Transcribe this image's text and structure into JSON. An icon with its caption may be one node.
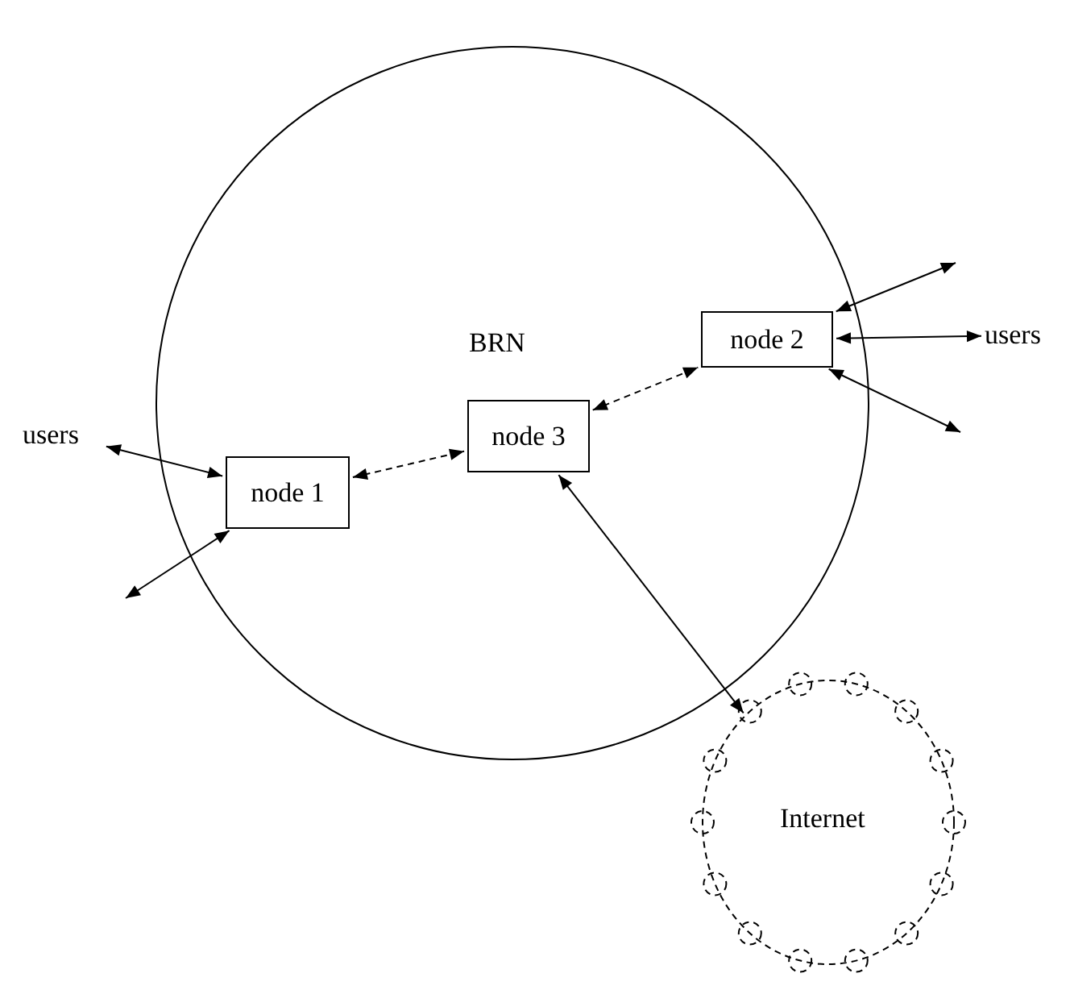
{
  "diagram": {
    "nodes": [
      {
        "text": [
          "BRN"
        ]
      },
      {
        "text": [
          "users"
        ]
      },
      {
        "text": [
          "node 1"
        ],
        "in": 0
      },
      {
        "text": [
          "node 3"
        ],
        "in": 0
      },
      {
        "text": [
          "node 2"
        ],
        "in": 0
      },
      {
        "text": [
          "users"
        ]
      },
      {
        "text": [
          "Internet"
        ]
      }
    ],
    "edges": [
      {
        "from": 1,
        "to": 2,
        "arrow": "both"
      },
      {
        "from": null,
        "to": 2,
        "arrow": "both"
      },
      {
        "from": 2,
        "to": 3,
        "arrow": "both",
        "style": "dashed"
      },
      {
        "from": 3,
        "to": 4,
        "arrow": "both",
        "style": "dashed"
      },
      {
        "from": null,
        "to": 4,
        "arrow": "both"
      },
      {
        "from": 4,
        "to": 5,
        "arrow": "both"
      },
      {
        "from": 4,
        "to": null,
        "arrow": "both"
      },
      {
        "from": 3,
        "to": 6,
        "arrow": "both"
      }
    ]
  }
}
